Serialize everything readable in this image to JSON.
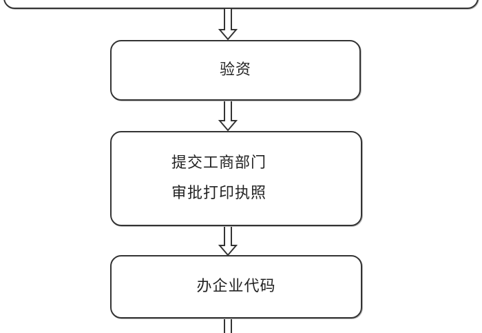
{
  "flowchart": {
    "steps": [
      {
        "id": "prev",
        "lines": []
      },
      {
        "id": "capital-verification",
        "lines": [
          "验资"
        ]
      },
      {
        "id": "submit-approval",
        "lines": [
          "提交工商部门",
          "审批打印执照"
        ]
      },
      {
        "id": "enterprise-code",
        "lines": [
          "办企业代码"
        ]
      }
    ],
    "colors": {
      "border": "#333333",
      "background": "#ffffff"
    }
  }
}
